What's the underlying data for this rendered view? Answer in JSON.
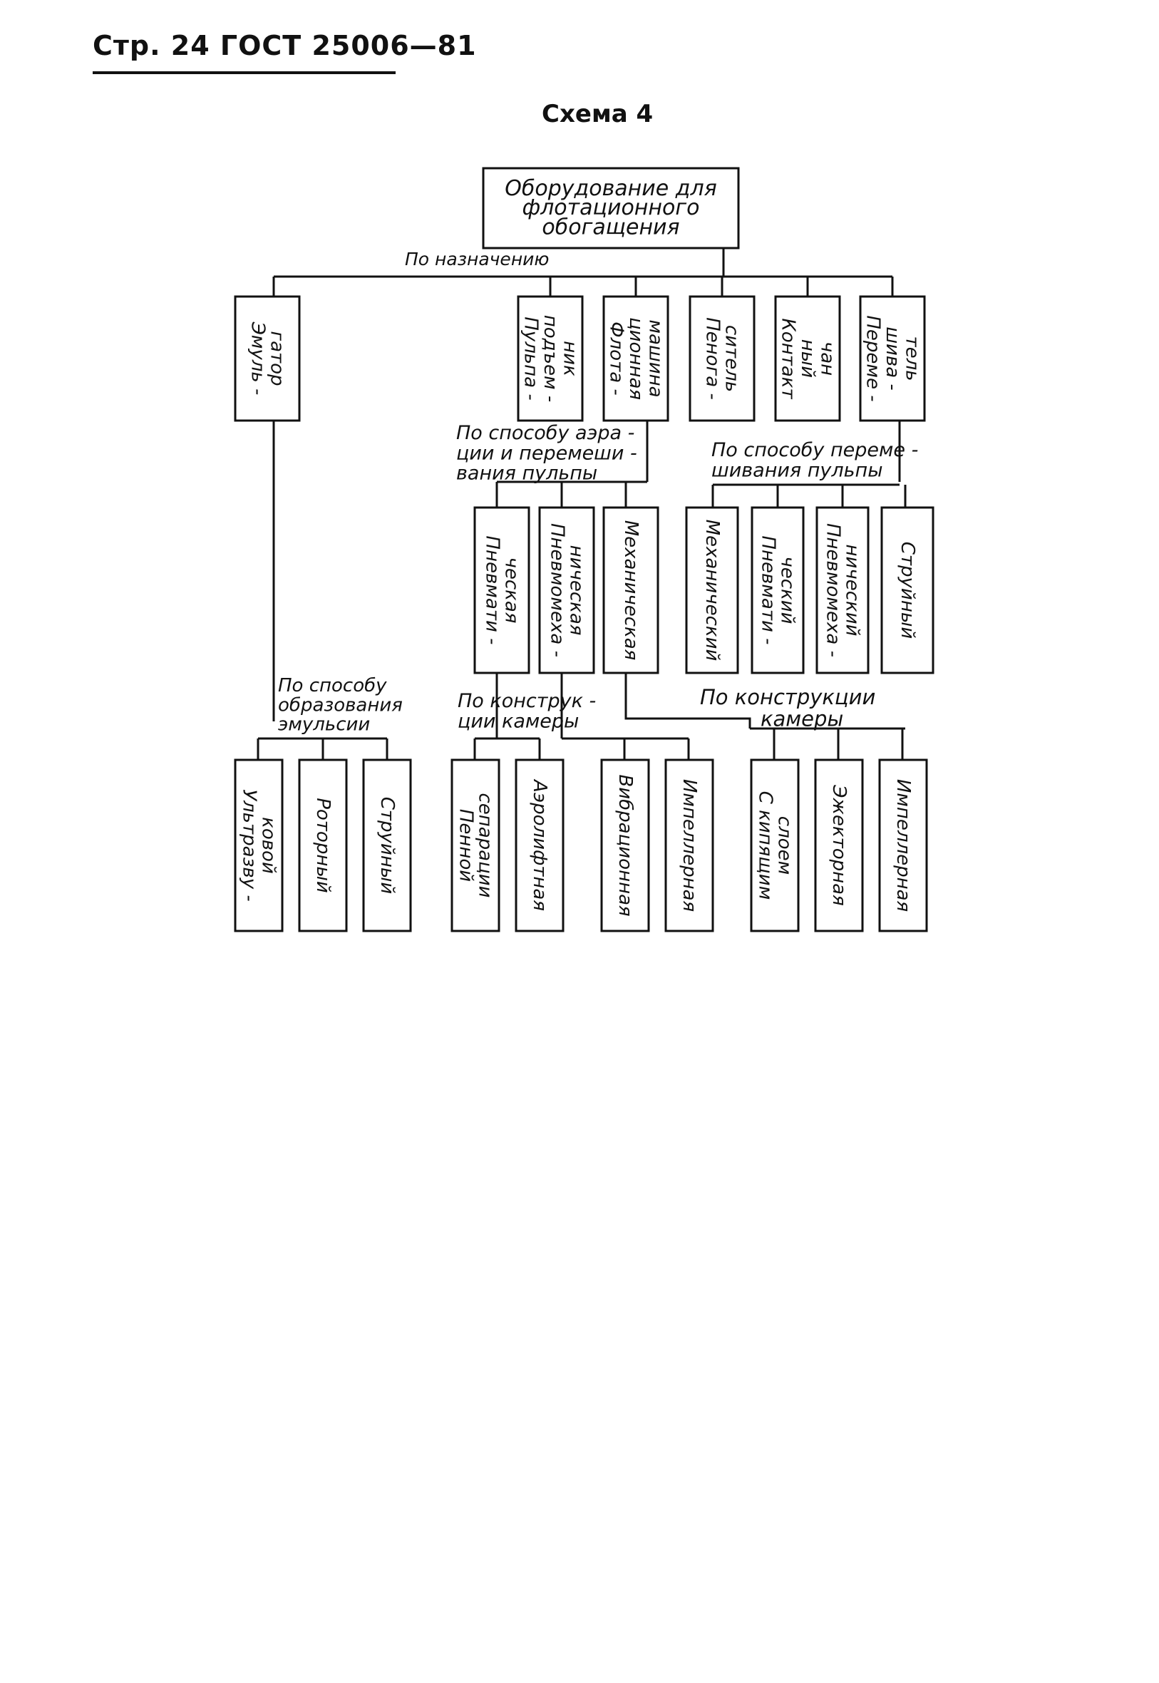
{
  "header": {
    "page_ref": "Стр. 24 ГОСТ 25006—81",
    "title": "Схема 4"
  },
  "nodes": {
    "root": [
      "Оборудование для",
      "флотационного",
      "обогащения"
    ],
    "emulsator": [
      "Эмуль -",
      "гатор"
    ],
    "pulp_lifter": [
      "Пульпа -",
      "подъем -",
      "ник"
    ],
    "flotation_machine": [
      "Флота -",
      "ционная",
      "машина"
    ],
    "froth_extinguisher": [
      "Пенога -",
      "ситель"
    ],
    "contact_vat": [
      "Контакт",
      "ный",
      "чан"
    ],
    "mixer": [
      "Переме -",
      "шива -",
      "тель"
    ],
    "fm_pneumatic": [
      "Пневмати -",
      "ческая"
    ],
    "fm_pneumomechanical": [
      "Пневмомеха -",
      "ническая"
    ],
    "fm_mechanical": [
      "Механическая"
    ],
    "mx_mechanical": [
      "Механический"
    ],
    "mx_pneumatic": [
      "Пневмати -",
      "ческий"
    ],
    "mx_pneumomechanical": [
      "Пневмомеха -",
      "нический"
    ],
    "mx_jet": [
      "Струйный"
    ],
    "em_ultrasonic": [
      "Ультразву -",
      "ковой"
    ],
    "em_rotary": [
      "Роторный"
    ],
    "em_jet": [
      "Струйный"
    ],
    "pn_froth_separation": [
      "Пенной",
      "сепарации"
    ],
    "pn_aerolift": [
      "Аэролифтная"
    ],
    "pm_vibration": [
      "Вибрационная"
    ],
    "pm_impeller": [
      "Импеллерная"
    ],
    "me_fluidized": [
      "С кипящим",
      "слоем"
    ],
    "me_ejector": [
      "Эжекторная"
    ],
    "me_impeller": [
      "Импеллерная"
    ]
  },
  "edge_labels": {
    "by_purpose": [
      "По назначению"
    ],
    "aeration_mixing": [
      "По способу аэра -",
      "ции и перемеши -",
      "вания пульпы"
    ],
    "pulp_mixing": [
      "По способу переме -",
      "шивания пульпы"
    ],
    "emulsion_formation": [
      "По способу",
      "образования",
      "эмульсии"
    ],
    "chamber_design_left": [
      "По конструк -",
      "ции камеры"
    ],
    "chamber_design_right": [
      "По конструкции",
      "камеры"
    ]
  }
}
